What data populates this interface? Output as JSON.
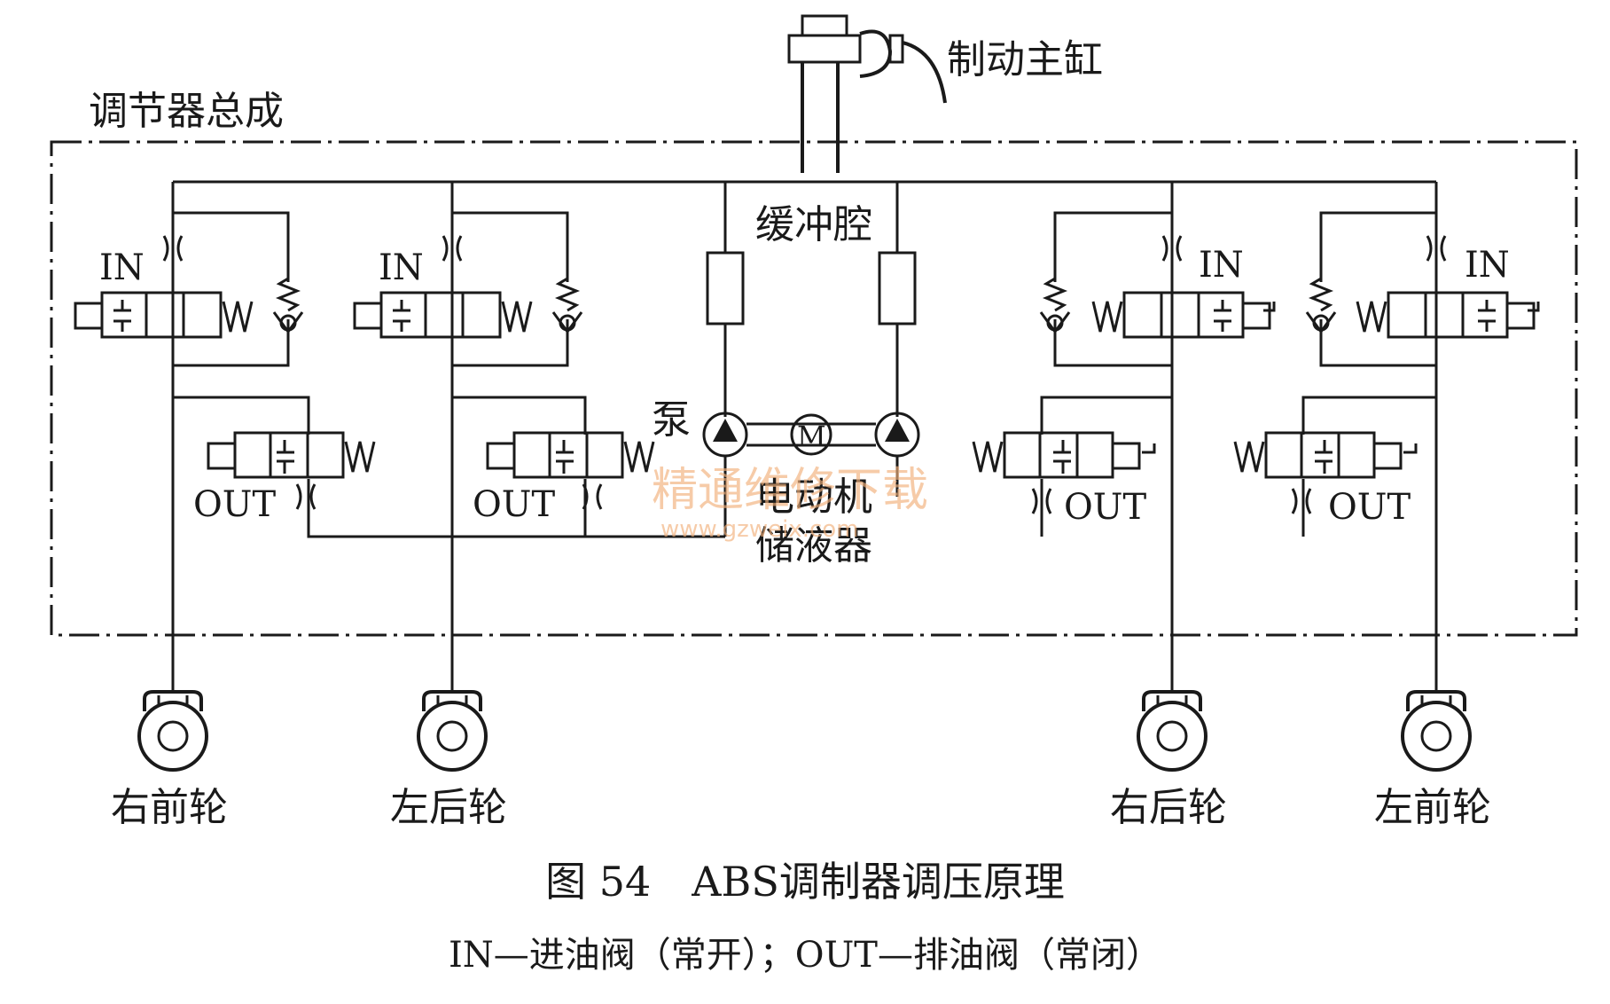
{
  "labels": {
    "master_cylinder": "制动主缸",
    "regulator_assembly": "调节器总成",
    "buffer_chamber": "缓冲腔",
    "pump": "泵",
    "motor_symbol": "M",
    "motor": "电动机",
    "reservoir": "储液器",
    "in": "IN",
    "out": "OUT"
  },
  "wheels": [
    {
      "id": "right-front",
      "label": "右前轮"
    },
    {
      "id": "left-rear",
      "label": "左后轮"
    },
    {
      "id": "right-rear",
      "label": "右后轮"
    },
    {
      "id": "left-front",
      "label": "左前轮"
    }
  ],
  "caption": {
    "title": "图 54　ABS调制器调压原理",
    "note": "IN—进油阀（常开）；OUT—排油阀（常闭）"
  },
  "watermark": {
    "text": "精通维修下载",
    "url": "www.gzweix.com"
  }
}
